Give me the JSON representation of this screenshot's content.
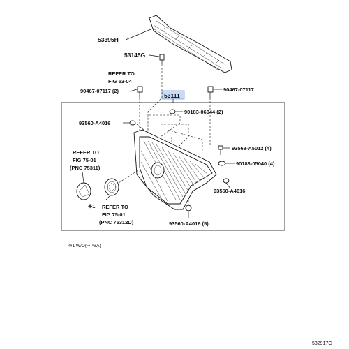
{
  "labels": {
    "p53395h": "53395H",
    "p53145g": "53145G",
    "refer_fig53_line1": "REFER TO",
    "refer_fig53_line2": "FIG 53-04",
    "p90467_left": "90467-07117 (2)",
    "p53111": "53111",
    "p90467_right": "90467-07117",
    "p90183_06044": "90183-06044 (2)",
    "p93560_left": "93560-A4016",
    "p93568": "93568-A5012 (4)",
    "p90183_05040": "90183-05040 (4)",
    "refer_fig75_a_line1": "REFER TO",
    "refer_fig75_a_line2": "FIG 75-01",
    "refer_fig75_a_line3": "(PNC 75311)",
    "p93560_right": "93560-A4016",
    "note_mark": "※1",
    "refer_fig75_b_line1": "REFER TO",
    "refer_fig75_b_line2": "FIG 75-01",
    "refer_fig75_b_line3": "(PNC 75312D)",
    "p93560_bottom": "93560-A4016 (5)",
    "footnote": "※1 W/O(⇒PBA)",
    "diagram_id": "532917C"
  },
  "colors": {
    "highlight_fill": "#c9dcf5",
    "highlight_stroke": "#6f99d6",
    "line": "#111111"
  }
}
